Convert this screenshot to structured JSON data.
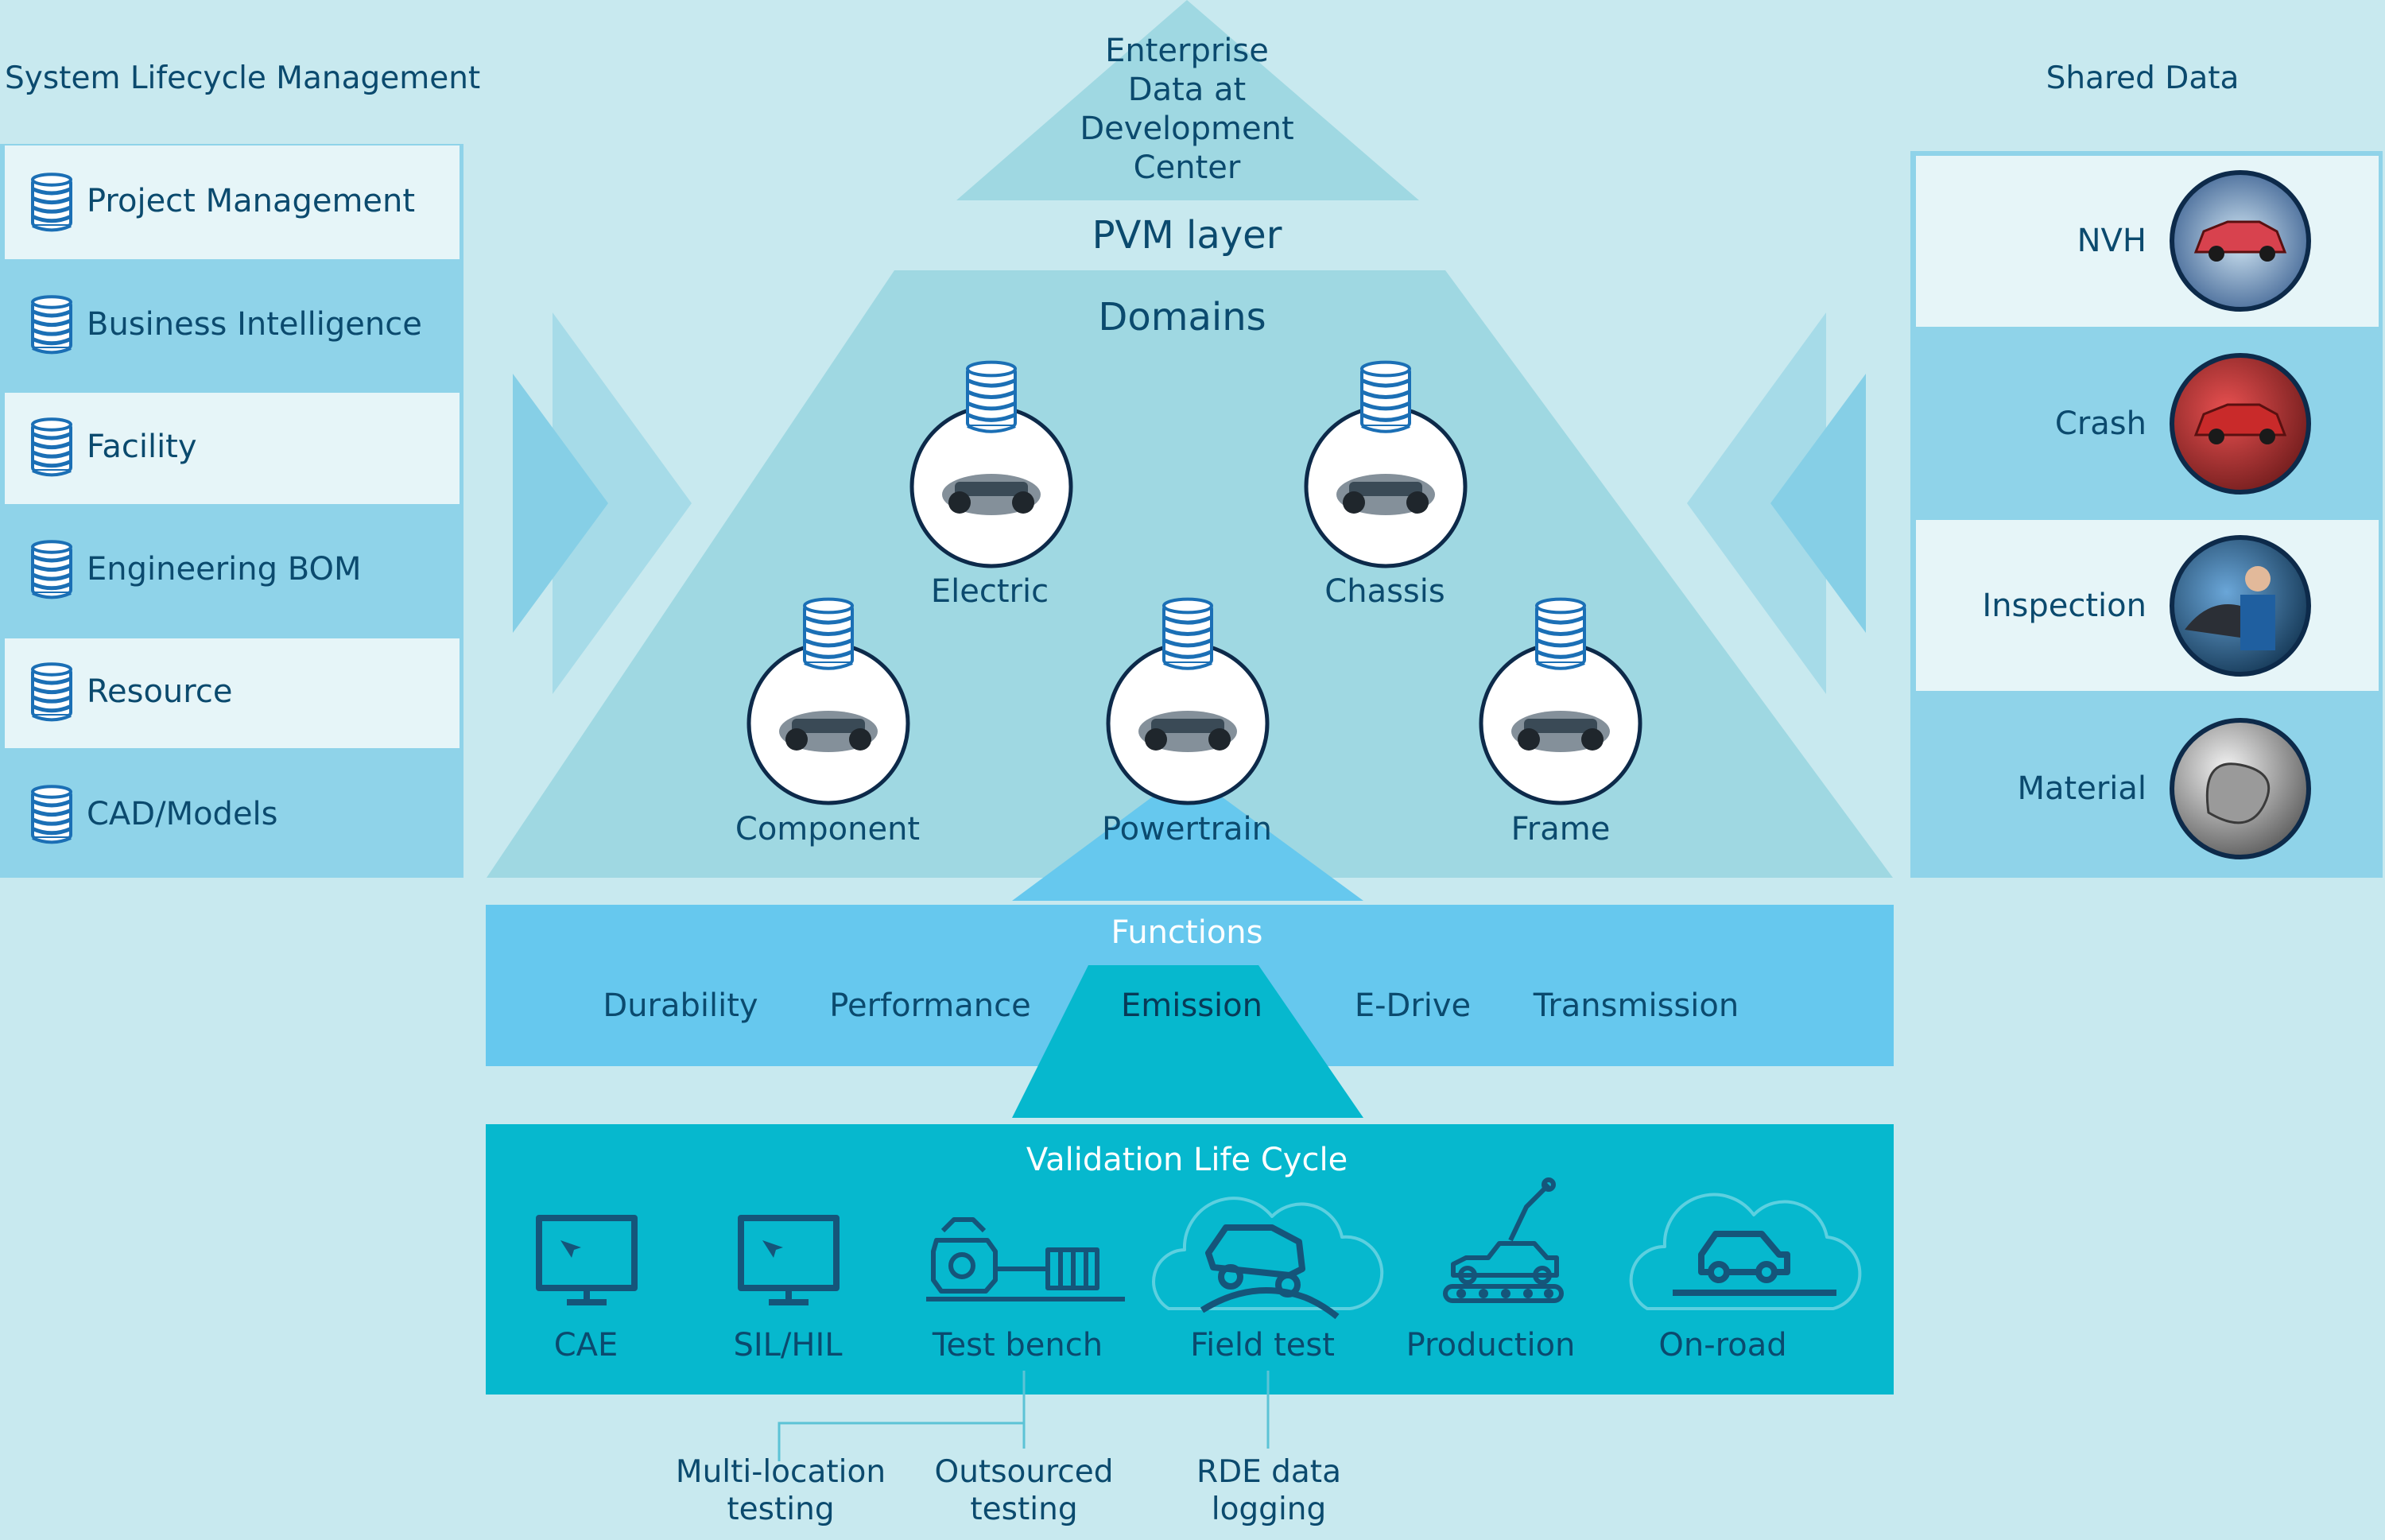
{
  "left_panel": {
    "title": "System Lifecycle Management",
    "items": [
      {
        "label": "Project Management"
      },
      {
        "label": "Business Intelligence"
      },
      {
        "label": "Facility"
      },
      {
        "label": "Engineering BOM"
      },
      {
        "label": "Resource"
      },
      {
        "label": "CAD/Models"
      }
    ]
  },
  "right_panel": {
    "title": "Shared Data",
    "items": [
      {
        "label": "NVH",
        "icon": "car-nvh-photo-icon"
      },
      {
        "label": "Crash",
        "icon": "crash-test-car-photo-icon"
      },
      {
        "label": "Inspection",
        "icon": "inspection-technician-photo-icon"
      },
      {
        "label": "Material",
        "icon": "material-metal-shape-photo-icon"
      }
    ]
  },
  "pyramid": {
    "top_label": "Enterprise Data at Development Center",
    "pvm_label": "PVM layer",
    "domains_title": "Domains",
    "domains": [
      {
        "label": "Electric",
        "icon": "electric-drivetrain-photo-icon"
      },
      {
        "label": "Chassis",
        "icon": "chassis-photo-icon"
      },
      {
        "label": "Component",
        "icon": "components-photo-icon"
      },
      {
        "label": "Powertrain",
        "icon": "powertrain-photo-icon"
      },
      {
        "label": "Frame",
        "icon": "car-frame-photo-icon"
      }
    ]
  },
  "functions": {
    "title": "Functions",
    "items": [
      "Durability",
      "Performance",
      "Emission",
      "E-Drive",
      "Transmission"
    ]
  },
  "validation": {
    "title": "Validation Life Cycle",
    "items": [
      {
        "label": "CAE",
        "icon": "monitor-icon"
      },
      {
        "label": "SIL/HIL",
        "icon": "monitor-icon"
      },
      {
        "label": "Test bench",
        "icon": "engine-test-bench-icon"
      },
      {
        "label": "Field test",
        "icon": "offroad-car-cloud-icon"
      },
      {
        "label": "Production",
        "icon": "robot-assembly-line-icon"
      },
      {
        "label": "On-road",
        "icon": "car-cloud-icon"
      }
    ]
  },
  "annotations": {
    "multi_location": "Multi-location testing",
    "outsourced": "Outsourced testing",
    "rde": "RDE data logging"
  },
  "colors": {
    "background": "#c8e9ef",
    "panel_light": "#e6f5f8",
    "panel_mid": "#8fd3e9",
    "pyramid": "#9fd8e2",
    "functions": "#66c8ee",
    "validation": "#06b8ce",
    "text_dark": "#0b4a6e",
    "text_white": "#ffffff",
    "icon_line": "#15557a"
  }
}
